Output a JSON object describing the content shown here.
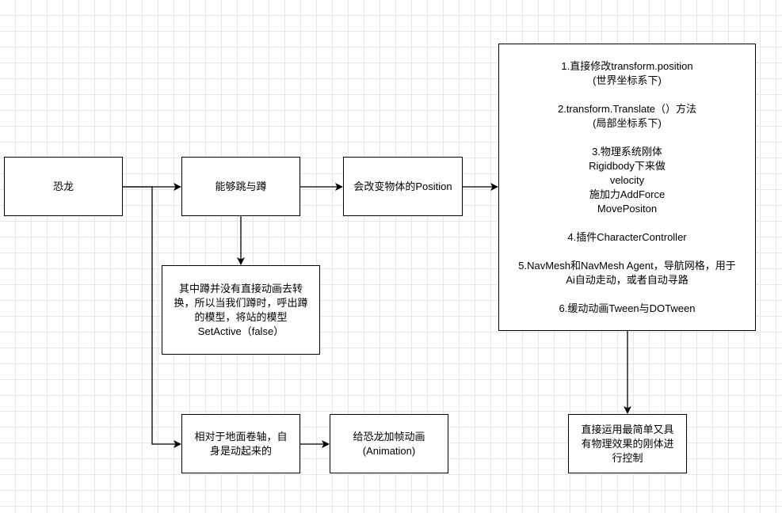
{
  "diagram": {
    "nodes": {
      "dinosaur": "恐龙",
      "jump_crouch": "能够跳与蹲",
      "change_position": "会改变物体的Position",
      "crouch_note": "其中蹲并没有直接动画去转\n换，所以当我们蹲时，呼出蹲\n的模型，将站的模型\nSetActive（false）",
      "relative_ground": "相对于地面卷轴，自\n身是动起来的",
      "frame_animation": "给恐龙加帧动画\n(Animation)",
      "methods": "1.直接修改transform.position\n(世界坐标系下)\n\n2.transform.Translate（）方法\n(局部坐标系下)\n\n3.物理系统刚体\nRigidbody下来做\nvelocity\n施加力AddForce\nMovePositon\n\n4.插件CharacterController\n\n5.NavMesh和NavMesh Agent，导航网格，用于\nAi自动走动，或者自动寻路\n\n6.缓动动画Tween与DOTween",
      "rigidbody_result": "直接运用最简单又具\n有物理效果的刚体进\n行控制"
    },
    "colors": {
      "stroke": "#000000",
      "fill": "#ffffff",
      "grid": "#e6e6e6"
    }
  }
}
